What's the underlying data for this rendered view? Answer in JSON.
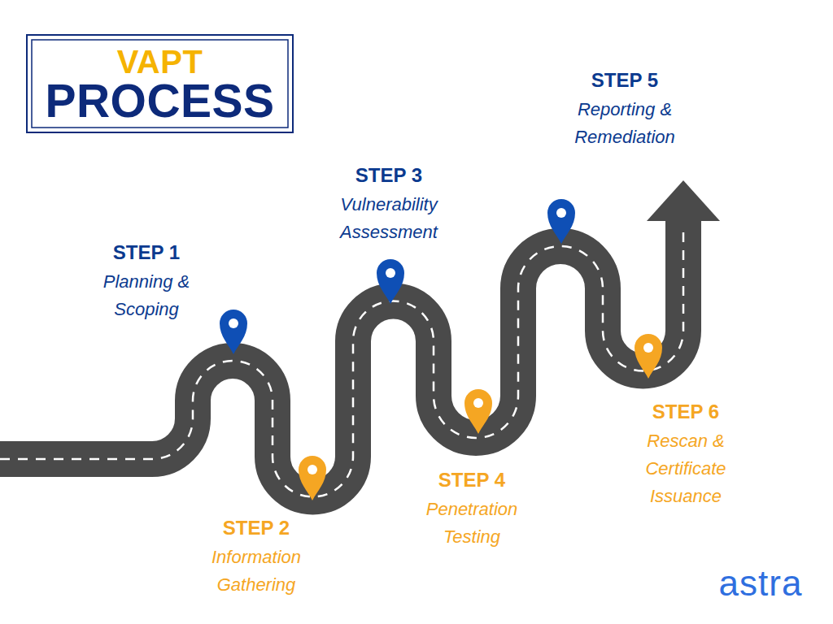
{
  "diagram": {
    "title": "VAPT PROCESS",
    "nodes": [
      {
        "text": [
          "STEP 1",
          "Planning & Scoping"
        ]
      },
      {
        "text": [
          "STEP 2",
          "Information Gathering"
        ]
      },
      {
        "text": [
          "STEP 3",
          "Vulnerability Assessment"
        ]
      },
      {
        "text": [
          "STEP 4",
          "Penetration Testing"
        ]
      },
      {
        "text": [
          "STEP 5",
          "Reporting & Remediation"
        ]
      },
      {
        "text": [
          "STEP 6",
          "Rescan & Certificate Issuance"
        ]
      }
    ],
    "labels": [
      "astra"
    ]
  }
}
